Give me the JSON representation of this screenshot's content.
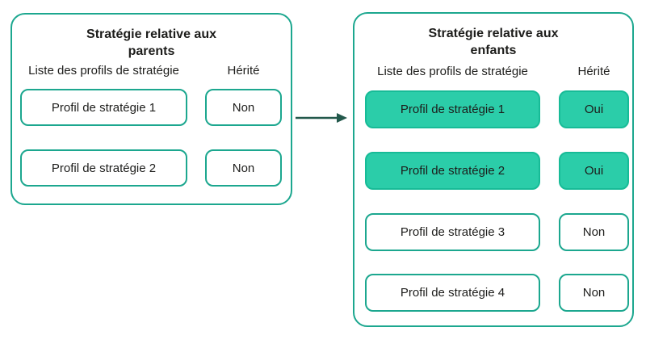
{
  "colors": {
    "teal_border": "#1CA78F",
    "green_fill": "#2BCDA9",
    "green_fill_border": "#17BB97",
    "arrow": "#23594C",
    "text": "#1D1D1B"
  },
  "parent_panel": {
    "title": "Stratégie relative aux parents",
    "columns": {
      "profiles": "Liste des profils de stratégie",
      "inherited": "Hérité"
    },
    "rows": [
      {
        "profile": "Profil de stratégie 1",
        "inherited": "Non",
        "highlighted": false
      },
      {
        "profile": "Profil de stratégie 2",
        "inherited": "Non",
        "highlighted": false
      }
    ]
  },
  "child_panel": {
    "title": "Stratégie relative aux enfants",
    "columns": {
      "profiles": "Liste des profils de stratégie",
      "inherited": "Hérité"
    },
    "rows": [
      {
        "profile": "Profil de stratégie 1",
        "inherited": "Oui",
        "highlighted": true
      },
      {
        "profile": "Profil de stratégie 2",
        "inherited": "Oui",
        "highlighted": true
      },
      {
        "profile": "Profil de stratégie 3",
        "inherited": "Non",
        "highlighted": false
      },
      {
        "profile": "Profil de stratégie 4",
        "inherited": "Non",
        "highlighted": false
      }
    ]
  }
}
